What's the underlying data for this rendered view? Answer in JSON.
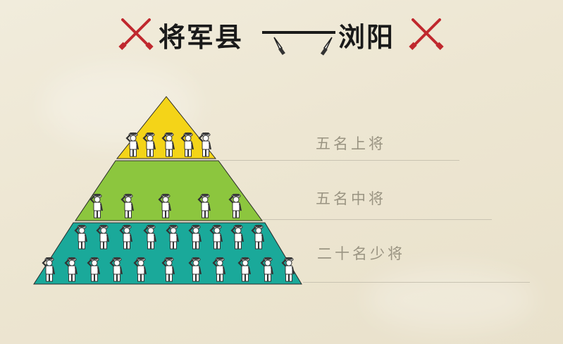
{
  "title": {
    "left": "将军县",
    "right": "浏阳"
  },
  "colors": {
    "top_tier": "#f4d418",
    "middle_tier": "#8cc63e",
    "bottom_tier": "#1aa99a",
    "rifle": "#c0282e",
    "label": "#9a9482"
  },
  "icons": [
    "crossed-rifles-icon",
    "knife-icon",
    "saluting-soldier-icon"
  ],
  "tiers": [
    {
      "label": "五名上将",
      "count": 5
    },
    {
      "label": "五名中将",
      "count": 5
    },
    {
      "label": "二十名少将",
      "count": 20
    }
  ]
}
